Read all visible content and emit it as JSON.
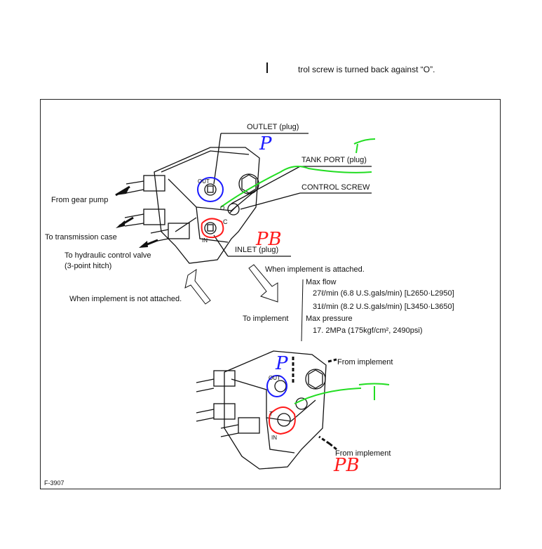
{
  "header": {
    "fragment_text": "trol screw is turned back against “O”."
  },
  "figure": {
    "id": "F-3907",
    "top_valve": {
      "outlet": "OUTLET (plug)",
      "tank_port": "TANK PORT (plug)",
      "control_screw": "CONTROL SCREW",
      "inlet": "INLET (plug)",
      "from_gear_pump": "From gear pump",
      "to_transmission": "To transmission case",
      "to_hydraulic_1": "To hydraulic control valve",
      "to_hydraulic_2": "(3-point hitch)",
      "port_out": "OUT",
      "port_in": "IN",
      "port_c": "C",
      "port_o": "O"
    },
    "when_not_attached": "When implement is not attached.",
    "when_attached": "When implement is attached.",
    "to_implement": "To implement",
    "specs": {
      "max_flow_label": "Max flow",
      "flow_1": "27ℓ/min (6.8 U.S.gals/min) [L2650·L2950]",
      "flow_2": "31ℓ/min (8.2 U.S.gals/min) [L3450·L3650]",
      "max_pressure_label": "Max pressure",
      "pressure": "17. 2MPa (175kgf/cm², 2490psi)"
    },
    "bottom_valve": {
      "from_implement_1": "From implement",
      "from_implement_2": "From implement",
      "port_out": "OUT",
      "port_in": "IN",
      "port_t": "T"
    }
  },
  "annotations": {
    "p_top": "P",
    "t_top": "T",
    "pb_top": "PB",
    "p_bottom": "P",
    "t_bottom": "T",
    "pb_bottom": "PB",
    "colors": {
      "p": "#1a1aff",
      "t": "#22dd22",
      "pb": "#ff1a1a"
    }
  }
}
